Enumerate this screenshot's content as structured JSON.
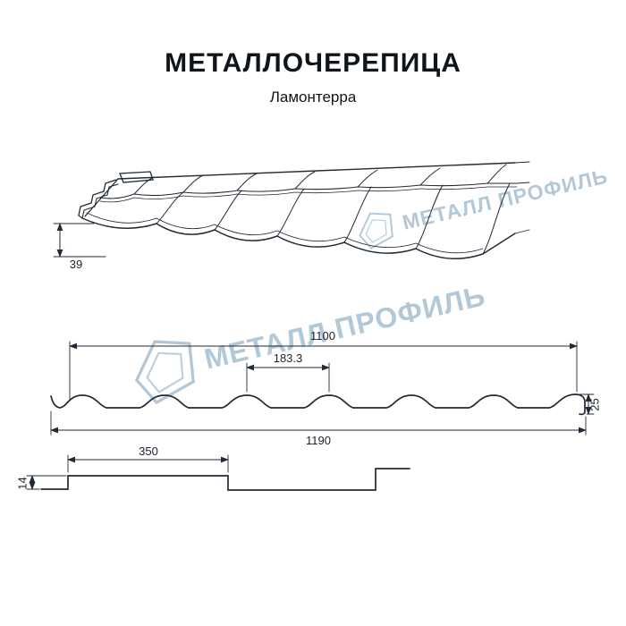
{
  "title": {
    "main": "МЕТАЛЛОЧЕРЕПИЦА",
    "subtitle": "Ламонтерра"
  },
  "watermark": {
    "text": "МЕТАЛЛ ПРОФИЛЬ"
  },
  "dimensions": {
    "roof_view_step": "39",
    "cover_width": "1100",
    "wave_pitch": "183.3",
    "profile_height": "25",
    "overall_width": "1190",
    "module_length": "350",
    "step_height": "14"
  },
  "colors": {
    "line": "#222a35",
    "watermark": "#9ab6ca",
    "background": "#ffffff"
  }
}
